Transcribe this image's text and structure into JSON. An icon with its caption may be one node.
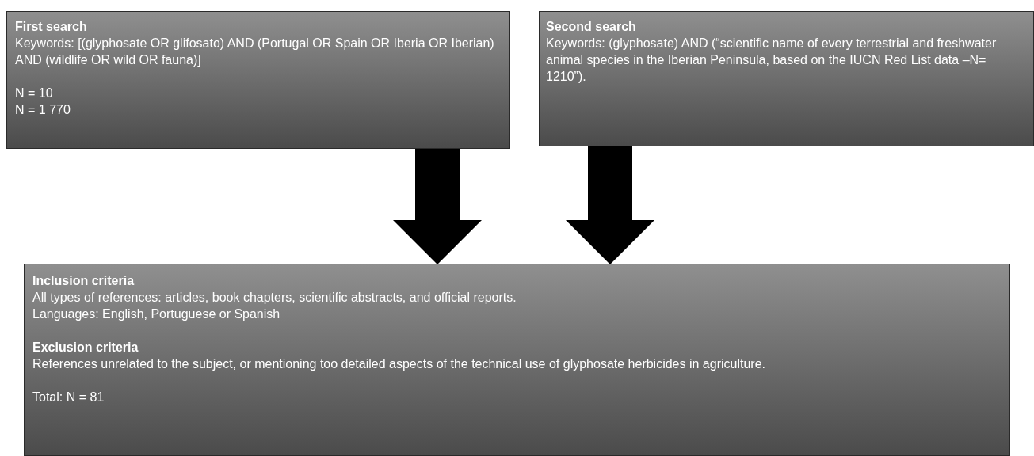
{
  "diagram": {
    "nodes": [
      {
        "text": [
          "First search",
          "Keywords: [(glyphosate OR glifosato) AND (Portugal OR Spain OR Iberia OR Iberian) AND (wildlife OR wild OR fauna)]",
          "N = 10",
          "N = 1 770"
        ]
      },
      {
        "text": [
          "Second search",
          "Keywords: (glyphosate) AND (“scientific name of every terrestrial and freshwater animal species in the Iberian Peninsula, based on the IUCN Red List data –N= 1210”)."
        ]
      },
      {
        "text": [
          "Inclusion criteria",
          "All types of references: articles, book chapters, scientific abstracts, and official reports.",
          "Languages: English, Portuguese or Spanish",
          "Exclusion criteria",
          "References unrelated to the subject, or mentioning too detailed aspects of the technical use of glyphosate herbicides in agriculture.",
          "Total: N = 81"
        ]
      }
    ],
    "edges": [
      {
        "from": 0,
        "to": 2,
        "arrow": "to"
      },
      {
        "from": 1,
        "to": 2,
        "arrow": "to"
      }
    ]
  }
}
